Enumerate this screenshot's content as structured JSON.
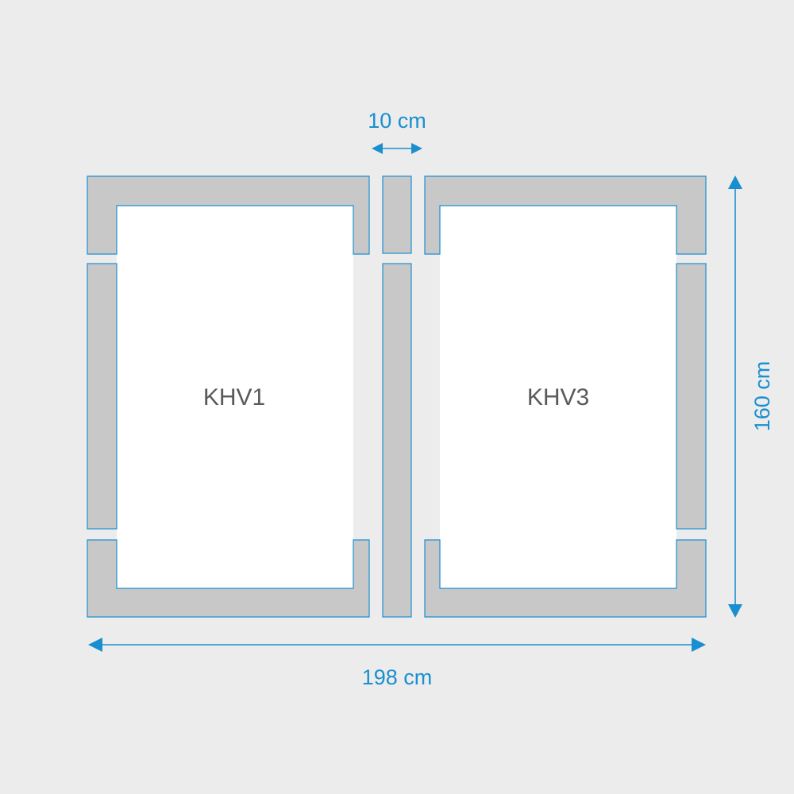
{
  "windows": [
    {
      "label": "KHV1"
    },
    {
      "label": "KHV3"
    }
  ],
  "dimensions": {
    "gap": "10 cm",
    "width": "198 cm",
    "height": "160 cm"
  },
  "colors": {
    "background": "#ececec",
    "frame_fill": "#c8c8c8",
    "accent": "#1a8fd0",
    "label_text": "#5a5a5a"
  }
}
